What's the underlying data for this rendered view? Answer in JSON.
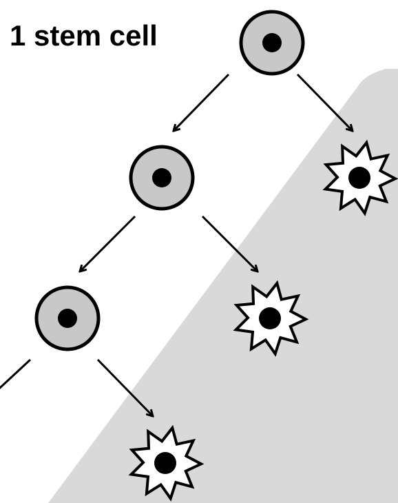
{
  "diagram": {
    "title": "1 stem cell",
    "nodes": [
      {
        "id": "stem-1",
        "kind": "stem-cell"
      },
      {
        "id": "stem-2",
        "kind": "stem-cell"
      },
      {
        "id": "stem-3",
        "kind": "stem-cell"
      },
      {
        "id": "diff-1",
        "kind": "differentiated-cell"
      },
      {
        "id": "diff-2",
        "kind": "differentiated-cell"
      },
      {
        "id": "diff-3",
        "kind": "differentiated-cell"
      }
    ],
    "edges": [
      {
        "from": "stem-1",
        "to": "stem-2"
      },
      {
        "from": "stem-1",
        "to": "diff-1"
      },
      {
        "from": "stem-2",
        "to": "stem-3"
      },
      {
        "from": "stem-2",
        "to": "diff-2"
      },
      {
        "from": "stem-3",
        "to": "off-page-left"
      },
      {
        "from": "stem-3",
        "to": "diff-3"
      }
    ],
    "colors": {
      "stem_fill": "#c8c8c8",
      "nucleus": "#000000",
      "outline": "#000000",
      "differentiated_fill": "#ffffff",
      "background_region": "#d9d9d9"
    }
  }
}
